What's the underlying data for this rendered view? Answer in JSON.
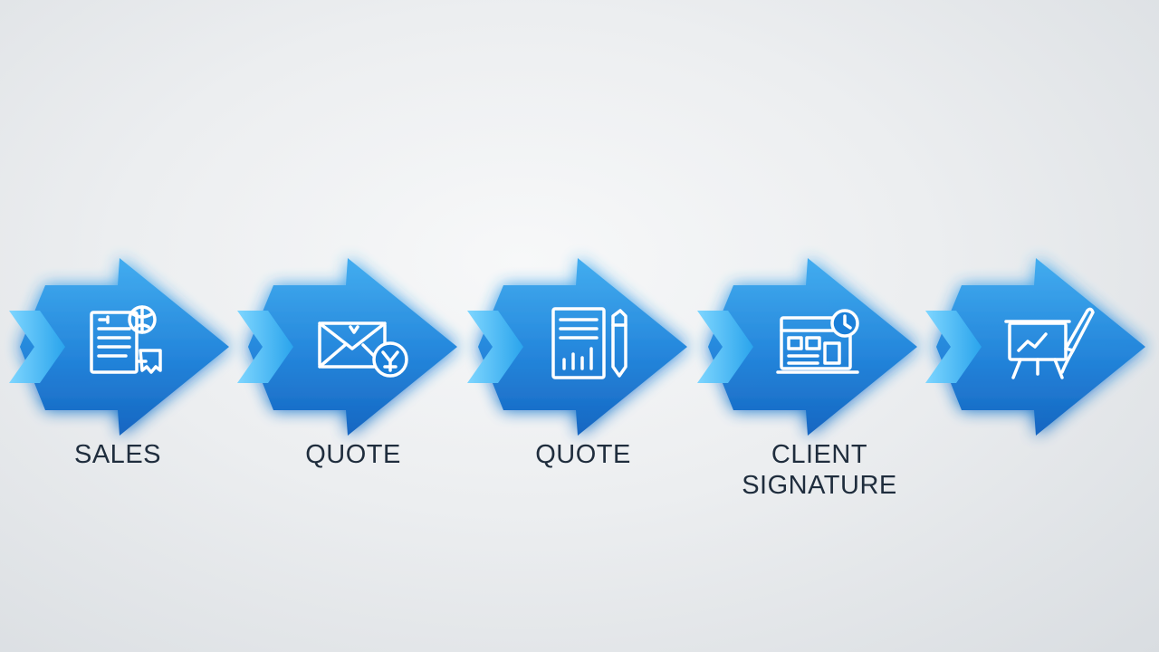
{
  "steps": [
    {
      "label": "SALES",
      "icon": "documents-globe-icon"
    },
    {
      "label": "QUOTE",
      "icon": "envelope-icon"
    },
    {
      "label": "QUOTE",
      "icon": "document-chart-icon"
    },
    {
      "label": "CLIENT\nSIGNATURE",
      "icon": "register-clock-icon"
    },
    {
      "label": "",
      "icon": "presentation-board-icon"
    }
  ],
  "colors": {
    "arrow_top": "#38a9ef",
    "arrow_bottom": "#0a63c4",
    "chevron": "#35b6ef",
    "glow": "#7fd3ff",
    "label": "#1f2d3d",
    "icon_stroke": "#ffffff"
  }
}
